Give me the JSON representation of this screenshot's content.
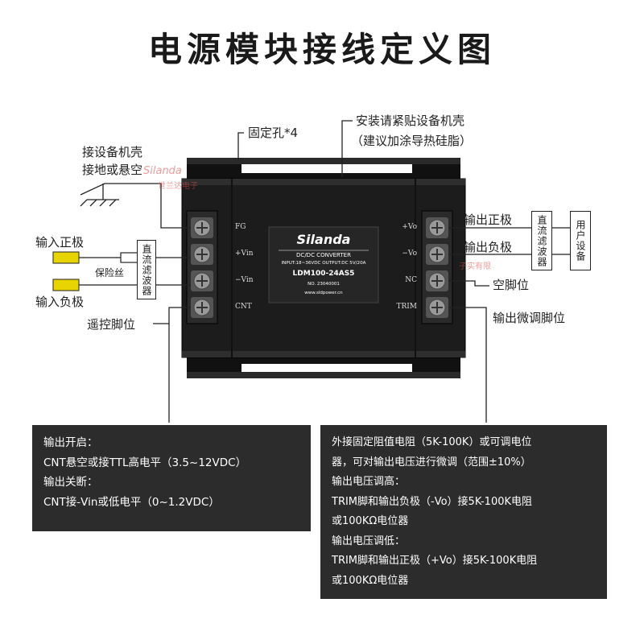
{
  "title": "电源模块接线定义图",
  "module": {
    "brand": "Silanda",
    "type_line": "DC/DC CONVERTER",
    "spec_line": "INPUT:18~36VDC    OUTPUT:DC 5V/20A",
    "model": "LDM100-24AS5",
    "serial": "NO. 23040001",
    "website": "www.sldpower.cn",
    "left_pins": [
      "FG",
      "+Vin",
      "−Vin",
      "CNT"
    ],
    "right_pins": [
      "+Vo",
      "−Vo",
      "NC",
      "TRIM"
    ]
  },
  "labels": {
    "mount_holes": "固定孔*4",
    "install_line1": "安装请紧贴设备机壳",
    "install_line2": "（建议加涂导热硅脂）",
    "ground_line1": "接设备机壳",
    "ground_line2": "接地或悬空",
    "input_pos": "输入正极",
    "input_neg": "输入负极",
    "fuse": "保险丝",
    "dc_filter": "直流滤波器",
    "remote": "遥控脚位",
    "output_pos": "输出正极",
    "output_neg": "输出负极",
    "nc_pin": "空脚位",
    "trim_pin": "输出微调脚位",
    "user_device": "用户设备"
  },
  "watermark": {
    "left_brand": "Silanda",
    "left_cn": "世兰达电子",
    "right_cn": "子实有限"
  },
  "notes": {
    "left": [
      "输出开启：",
      "CNT悬空或接TTL高电平（3.5~12VDC）",
      "输出关断：",
      "CNT接-Vin或低电平（0~1.2VDC）"
    ],
    "right": [
      "外接固定阻值电阻（5K-100K）或可调电位",
      "器，可对输出电压进行微调（范围±10%）",
      "输出电压调高：",
      "TRIM脚和输出负极（-Vo）接5K-100K电阻",
      "或100KΩ电位器",
      "输出电压调低：",
      "TRIM脚和输出正极（+Vo）接5K-100K电阻",
      "或100KΩ电位器"
    ]
  },
  "colors": {
    "module_body": "#1c1c1c",
    "terminal": "#222222",
    "wire_insulation": "#e8d400",
    "note_bg": "#2c2c2c",
    "watermark": "#e04a4a"
  }
}
